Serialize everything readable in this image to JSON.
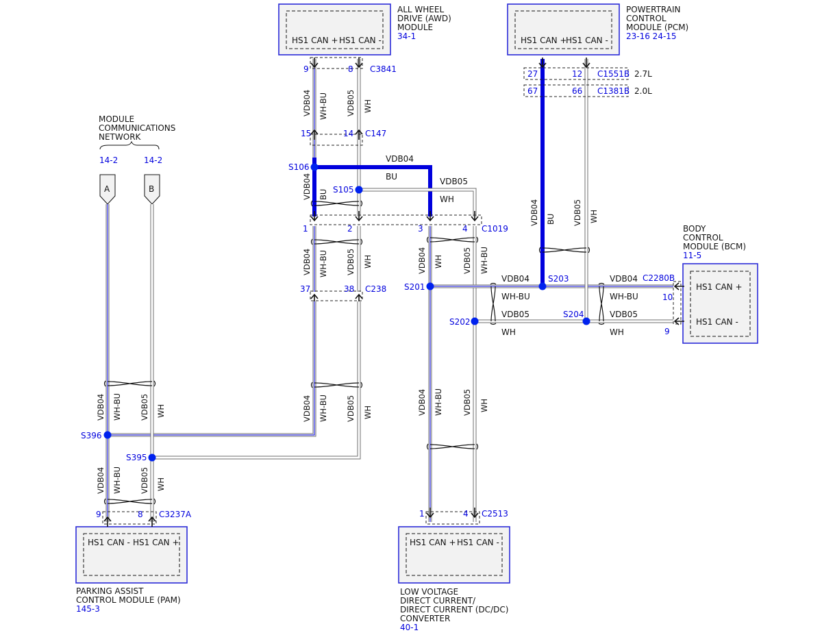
{
  "colors": {
    "wire_highlight": "#0000dd",
    "wire_gray": "#9a9a9a",
    "box_border": "#2a2ad8",
    "label_blue": "#0000dd",
    "splice": "#0022ee"
  },
  "header": {
    "network_line1": "MODULE",
    "network_line2": "COMMUNICATIONS",
    "network_line3": "NETWORK",
    "ref_a": "14-2",
    "ref_b": "14-2",
    "letter_a": "A",
    "letter_b": "B"
  },
  "awd": {
    "line1": "ALL WHEEL",
    "line2": "DRIVE (AWD)",
    "line3": "MODULE",
    "ref": "34-1",
    "pin_plus": "HS1 CAN +",
    "pin_minus": "HS1 CAN -",
    "connector": "C3841",
    "pin1": "9",
    "pin2": "8"
  },
  "pcm": {
    "line1": "POWERTRAIN",
    "line2": "CONTROL",
    "line3": "MODULE (PCM)",
    "ref": "23-16  24-15",
    "pin_plus": "HS1 CAN +",
    "pin_minus": "HS1 CAN -",
    "c1_pin1": "27",
    "c1_pin2": "12",
    "c1_name": "C1551B",
    "c1_variant": "2.7L",
    "c2_pin1": "67",
    "c2_pin2": "66",
    "c2_name": "C1381B",
    "c2_variant": "2.0L"
  },
  "bcm": {
    "line1": "BODY",
    "line2": "CONTROL",
    "line3": "MODULE (BCM)",
    "ref": "11-5",
    "pin_plus": "HS1 CAN +",
    "pin_minus": "HS1 CAN -",
    "connector": "C2280B",
    "pin1": "10",
    "pin2": "9"
  },
  "pam": {
    "pin_minus": "HS1 CAN -",
    "pin_plus": "HS1 CAN +",
    "line1": "PARKING ASSIST",
    "line2": "CONTROL MODULE (PAM)",
    "ref": "145-3",
    "connector": "C3237A",
    "pin1": "9",
    "pin2": "8"
  },
  "dcdc": {
    "pin_plus": "HS1 CAN +",
    "pin_minus": "HS1 CAN -",
    "line1": "LOW VOLTAGE",
    "line2": "DIRECT CURRENT/",
    "line3": "DIRECT CURRENT (DC/DC)",
    "line4": "CONVERTER",
    "ref": "40-1",
    "connector": "C2513",
    "pin1": "1",
    "pin2": "4"
  },
  "connectors": {
    "c147": {
      "name": "C147",
      "pin1": "15",
      "pin2": "14"
    },
    "c1019": {
      "name": "C1019",
      "pin1": "1",
      "pin2": "2",
      "pin3": "3",
      "pin4": "4"
    },
    "c238": {
      "name": "C238",
      "pin1": "37",
      "pin2": "38"
    }
  },
  "splices": {
    "s106": "S106",
    "s105": "S105",
    "s201": "S201",
    "s202": "S202",
    "s203": "S203",
    "s204": "S204",
    "s396": "S396",
    "s395": "S395"
  },
  "wires": {
    "vdb04": "VDB04",
    "vdb05": "VDB05",
    "whbu": "WH-BU",
    "wh": "WH",
    "bu": "BU"
  }
}
